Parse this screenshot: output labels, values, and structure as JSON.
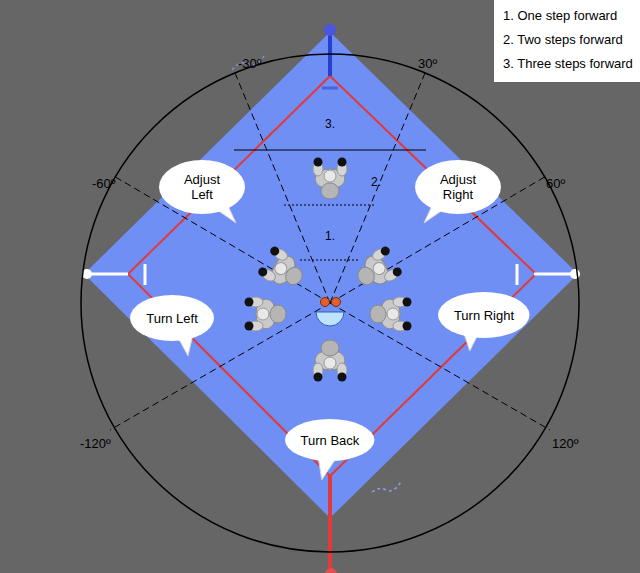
{
  "diagram": {
    "nodes": [
      {
        "text": [
          "Adjust Left"
        ]
      },
      {
        "text": [
          "Adjust Right"
        ]
      },
      {
        "text": [
          "Turn Left"
        ]
      },
      {
        "text": [
          "Turn Right"
        ]
      },
      {
        "text": [
          "Turn Back"
        ]
      }
    ],
    "labels": [
      "1. One step forward",
      "2. Two steps forward",
      "3. Three steps forward",
      "-30º",
      "30º",
      "-60º",
      "60º",
      "-120º",
      "120º",
      "3.",
      "2.",
      "1."
    ]
  }
}
